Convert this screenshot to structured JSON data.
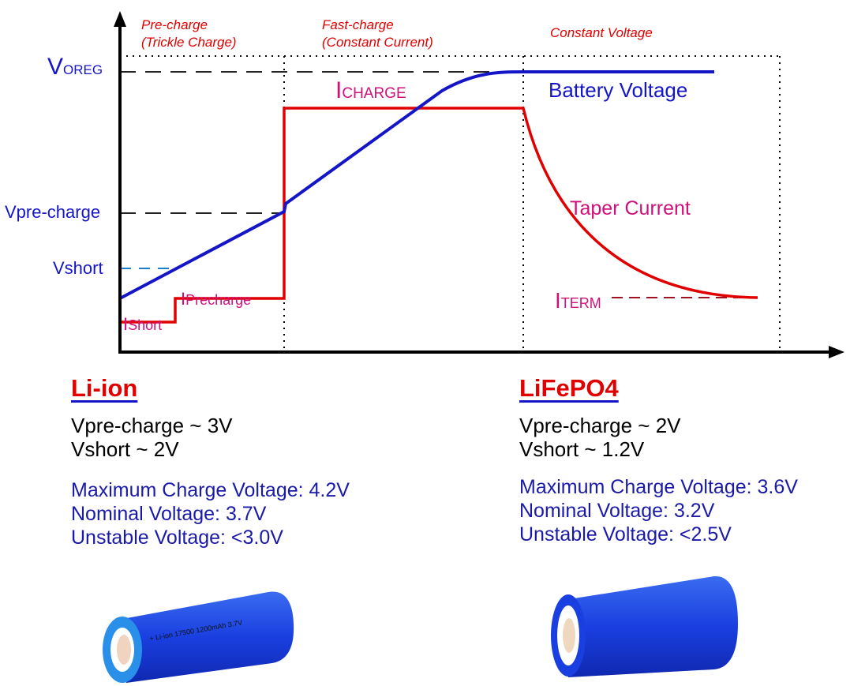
{
  "phases": {
    "precharge": [
      "Pre-charge",
      "(Trickle Charge)"
    ],
    "fastcharge": [
      "Fast-charge",
      "(Constant Current)"
    ],
    "cv": "Constant Voltage"
  },
  "axis_labels": {
    "voreg_main": "V",
    "voreg_sub": "OREG",
    "vprecharge": "Vpre-charge",
    "vshort": "Vshort"
  },
  "curve_labels": {
    "battery_voltage": "Battery Voltage",
    "taper_current": "Taper Current",
    "icharge_sub": "CHARGE",
    "iterm_sub": "TERM",
    "iprecharge_sub": "Precharge",
    "ishort_sub": "Short",
    "i": "I"
  },
  "colors": {
    "voltage": "#1515c8",
    "current": "#e00000",
    "battery": "#1a3fe0"
  },
  "liion": {
    "title": "Li-ion",
    "vprecharge": "Vpre-charge ~ 3V",
    "vshort": "Vshort ~ 2V",
    "max": "Maximum Charge Voltage: 4.2V",
    "nominal": "Nominal Voltage: 3.7V",
    "unstable": "Unstable Voltage: <3.0V",
    "battery_label": "+ Li-ion 17500 1200mAh 3.7V"
  },
  "lifepo4": {
    "title": "LiFePO4",
    "vprecharge": "Vpre-charge ~ 2V",
    "vshort": "Vshort ~ 1.2V",
    "max": "Maximum Charge Voltage: 3.6V",
    "nominal": "Nominal Voltage: 3.2V",
    "unstable": "Unstable Voltage: <2.5V"
  }
}
